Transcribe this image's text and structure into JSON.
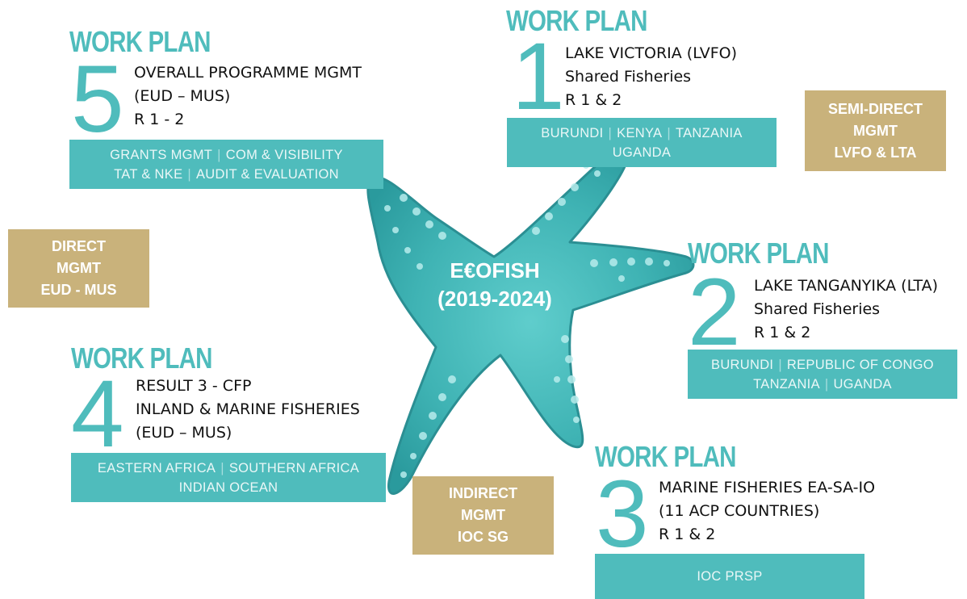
{
  "center": {
    "line1": "E€OFISH",
    "line2": "(2019-2024)"
  },
  "workplans": {
    "wp1": {
      "title": "WORK PLAN",
      "number": "1",
      "lines": [
        "LAKE VICTORIA (LVFO)",
        "Shared Fisheries",
        "R 1 & 2"
      ],
      "box_rows": [
        [
          "BURUNDI",
          "KENYA",
          "TANZANIA"
        ],
        [
          "UGANDA"
        ]
      ]
    },
    "wp2": {
      "title": "WORK PLAN",
      "number": "2",
      "lines": [
        "LAKE TANGANYIKA (LTA)",
        "Shared Fisheries",
        "R 1 & 2"
      ],
      "box_rows": [
        [
          "BURUNDI",
          "REPUBLIC OF CONGO"
        ],
        [
          "TANZANIA",
          "UGANDA"
        ]
      ]
    },
    "wp3": {
      "title": "WORK PLAN",
      "number": "3",
      "lines": [
        "MARINE FISHERIES EA-SA-IO",
        "(11 ACP COUNTRIES)",
        "R 1 & 2"
      ],
      "box_rows": [
        [
          "IOC PRSP"
        ]
      ]
    },
    "wp4": {
      "title": "WORK PLAN",
      "number": "4",
      "lines": [
        "RESULT 3 - CFP",
        "INLAND & MARINE FISHERIES",
        "(EUD – MUS)"
      ],
      "box_rows": [
        [
          "EASTERN AFRICA",
          "SOUTHERN AFRICA"
        ],
        [
          "INDIAN OCEAN"
        ]
      ]
    },
    "wp5": {
      "title": "WORK PLAN",
      "number": "5",
      "lines": [
        "OVERALL PROGRAMME MGMT",
        "(EUD – MUS)",
        "R 1 - 2"
      ],
      "box_rows": [
        [
          "GRANTS  MGMT",
          "COM & VISIBILITY"
        ],
        [
          "TAT  & NKE",
          "AUDIT & EVALUATION"
        ]
      ]
    }
  },
  "mgmt": {
    "semi_direct": [
      "SEMI-DIRECT",
      "MGMT",
      "LVFO & LTA"
    ],
    "direct": [
      "DIRECT",
      "MGMT",
      "EUD - MUS"
    ],
    "indirect": [
      "INDIRECT",
      "MGMT",
      "IOC SG"
    ]
  },
  "colors": {
    "teal": "#4fbcbc",
    "gold": "#c9b27b",
    "text": "#111111"
  }
}
